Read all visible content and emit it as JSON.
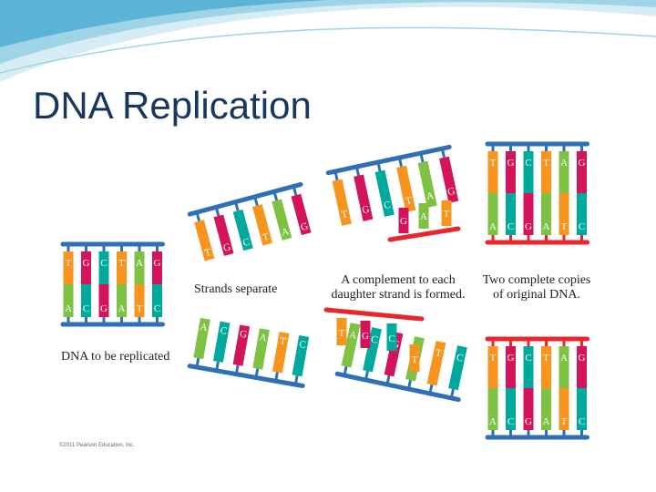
{
  "slide": {
    "title": "DNA Replication"
  },
  "diagram": {
    "captions": {
      "original": "DNA to be replicated",
      "separate": "Strands separate",
      "complement_line1": "A complement to each",
      "complement_line2": "daughter strand is formed.",
      "copies_line1": "Two complete copies",
      "copies_line2": "of original DNA."
    },
    "copyright": "©2011 Pearson Education, Inc.",
    "original_strand": {
      "top": [
        "T",
        "G",
        "C",
        "T",
        "A",
        "G"
      ],
      "bottom": [
        "A",
        "C",
        "G",
        "A",
        "T",
        "C"
      ]
    },
    "separating_top": [
      "T",
      "G",
      "C",
      "T",
      "A",
      "G"
    ],
    "separating_bottom": [
      "A",
      "C",
      "G",
      "A",
      "T",
      "C"
    ],
    "new_complement_for_top": [
      "A",
      "C",
      "G",
      "A",
      "T",
      "C"
    ],
    "new_complement_for_bottom": [
      "T",
      "G",
      "C",
      "T",
      "A",
      "G"
    ],
    "copy_1": {
      "top": [
        "T",
        "G",
        "C",
        "T",
        "A",
        "G"
      ],
      "bottom": [
        "A",
        "C",
        "G",
        "A",
        "T",
        "C"
      ]
    },
    "copy_2": {
      "top": [
        "T",
        "G",
        "C",
        "T",
        "A",
        "G"
      ],
      "bottom": [
        "A",
        "C",
        "G",
        "A",
        "T",
        "C"
      ]
    },
    "base_colors": {
      "A": "#7dc242",
      "T": "#f7941d",
      "G": "#d4145a",
      "C": "#00a99d"
    },
    "original_backbone_color": "#2e6fb7",
    "new_backbone_color": "#e8262b",
    "header_swoosh_colors": [
      "#5bb4d6",
      "#9fd3e6",
      "#d6edf5"
    ]
  }
}
